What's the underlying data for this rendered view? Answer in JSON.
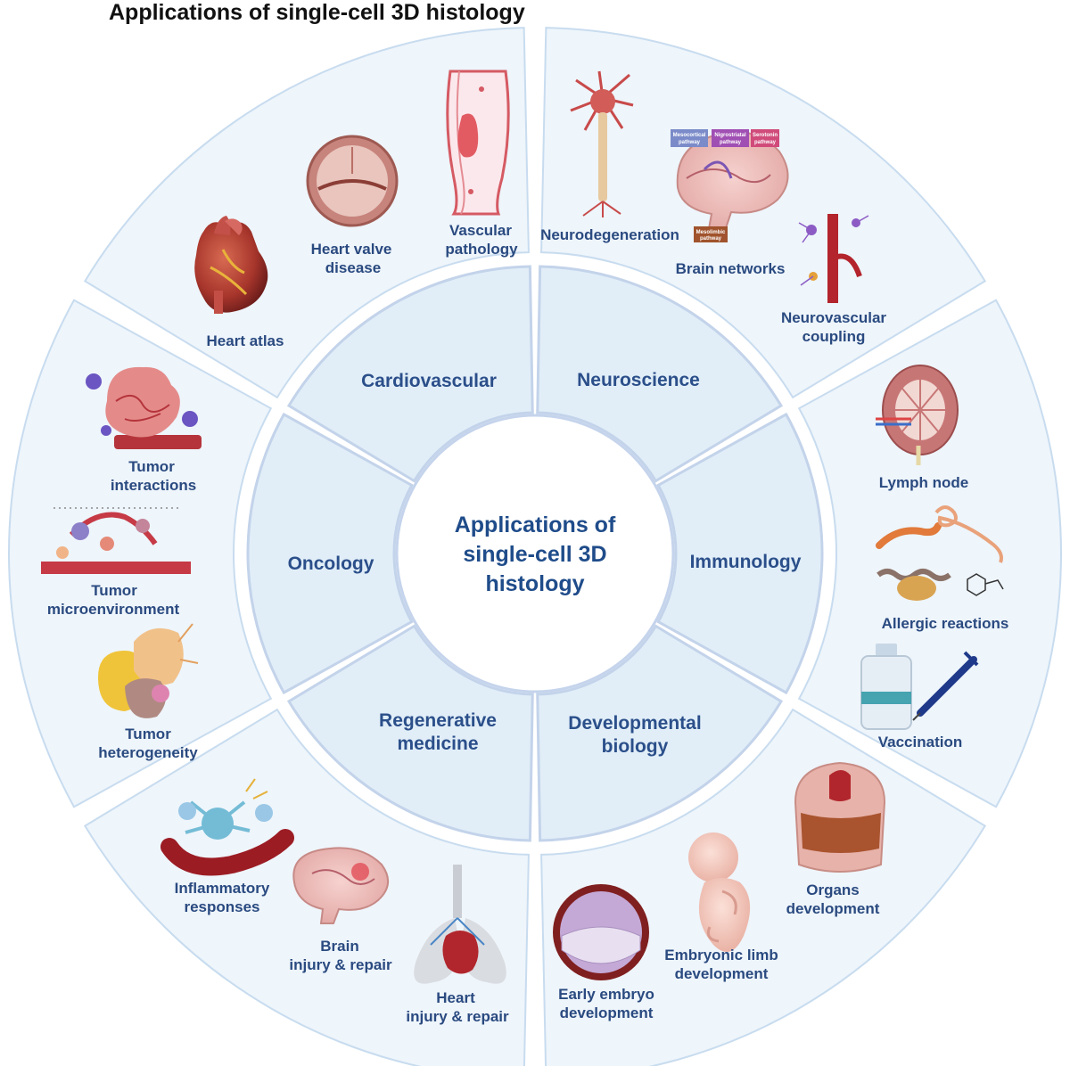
{
  "title": "Applications of single-cell 3D histology",
  "center": {
    "lines": [
      "Applications of",
      "single-cell 3D",
      "histology"
    ]
  },
  "categories": {
    "cardiovascular": "Cardiovascular",
    "neuroscience": "Neuroscience",
    "immunology": "Immunology",
    "developmental": [
      "Developmental",
      "biology"
    ],
    "regenerative": [
      "Regenerative",
      "medicine"
    ],
    "oncology": "Oncology"
  },
  "applications": {
    "heart_atlas": [
      "Heart atlas"
    ],
    "heart_valve": [
      "Heart valve",
      "disease"
    ],
    "vascular": [
      "Vascular",
      "pathology"
    ],
    "neurodegeneration": [
      "Neurodegeneration"
    ],
    "brain_networks": [
      "Brain networks"
    ],
    "neurovascular": [
      "Neurovascular",
      "coupling"
    ],
    "lymph_node": [
      "Lymph node"
    ],
    "allergic": [
      "Allergic reactions"
    ],
    "vaccination": [
      "Vaccination"
    ],
    "organs_dev": [
      "Organs",
      "development"
    ],
    "limb_dev": [
      "Embryonic limb",
      "development"
    ],
    "embryo_dev": [
      "Early embryo",
      "development"
    ],
    "heart_repair": [
      "Heart",
      "injury & repair"
    ],
    "brain_repair": [
      "Brain",
      "injury & repair"
    ],
    "inflammatory": [
      "Inflammatory",
      "responses"
    ],
    "tumor_heterogeneity": [
      "Tumor",
      "heterogeneity"
    ],
    "tumor_microenvironment": [
      "Tumor",
      "microenvironment"
    ],
    "tumor_interactions": [
      "Tumor",
      "interactions"
    ]
  },
  "pathways": {
    "mesocortical": [
      "Mesocortical",
      "pathway"
    ],
    "nigrostriatal": [
      "Nigrostriatal",
      "pathway"
    ],
    "serotonin": [
      "Serotonin",
      "pathway"
    ],
    "mesolimbic": [
      "Mesolimbic",
      "pathway"
    ]
  },
  "colors": {
    "text": "#2a4a80",
    "center_text": "#1f4c8a",
    "outer_fill": "#eef5fb",
    "middle_fill": "#e1eef8",
    "ring_stroke": "#c8dcef",
    "accent": "#b1262c"
  },
  "icons": [
    "heart-icon",
    "heart-valve-icon",
    "blood-vessel-icon",
    "neuron-icon",
    "brain-icon",
    "neurovascular-icon",
    "lymph-node-icon",
    "pathogens-icon",
    "vaccine-icon",
    "organs-icon",
    "embryo-icon",
    "blastocyst-icon",
    "heart-lungs-icon",
    "injured-brain-icon",
    "inflammation-icon",
    "tumor-cells-icon",
    "microenvironment-icon",
    "tumor-vessel-icon"
  ]
}
